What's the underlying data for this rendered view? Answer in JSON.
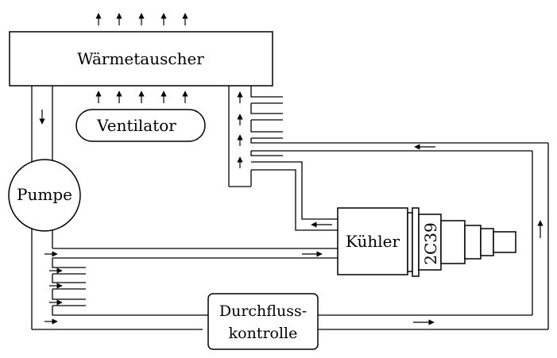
{
  "diagram": {
    "labels": {
      "heat_exchanger": "Wärmetauscher",
      "fan": "Ventilator",
      "pump": "Pumpe",
      "cooler": "Kühler",
      "tube": "2C39",
      "flow_control_line1": "Durchfluss-",
      "flow_control_line2": "kontrolle"
    }
  }
}
